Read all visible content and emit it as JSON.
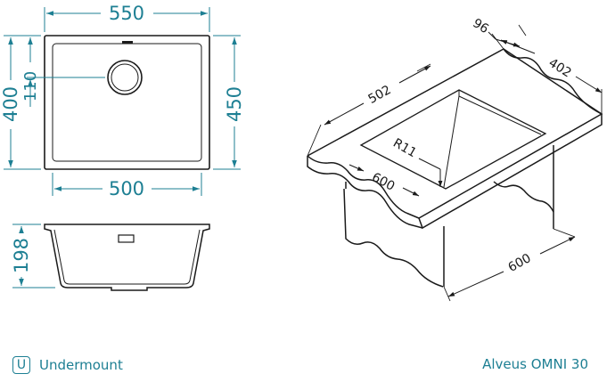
{
  "top_view": {
    "width_outer": "550",
    "depth_outer": "400",
    "drain_offset": "110",
    "depth_inner": "450",
    "width_inner": "500"
  },
  "side_view": {
    "height": "198"
  },
  "iso_view": {
    "dim_96": "96",
    "dim_402": "402",
    "dim_502": "502",
    "radius": "R11",
    "dim_600_cabinet": "600",
    "dim_600_depth": "600"
  },
  "footer": {
    "mount_icon": "U",
    "mount_label": "Undermount",
    "product_name": "Alveus OMNI 30"
  },
  "colors": {
    "dimension": "#1d7f93",
    "outline": "#1a1a1a"
  }
}
